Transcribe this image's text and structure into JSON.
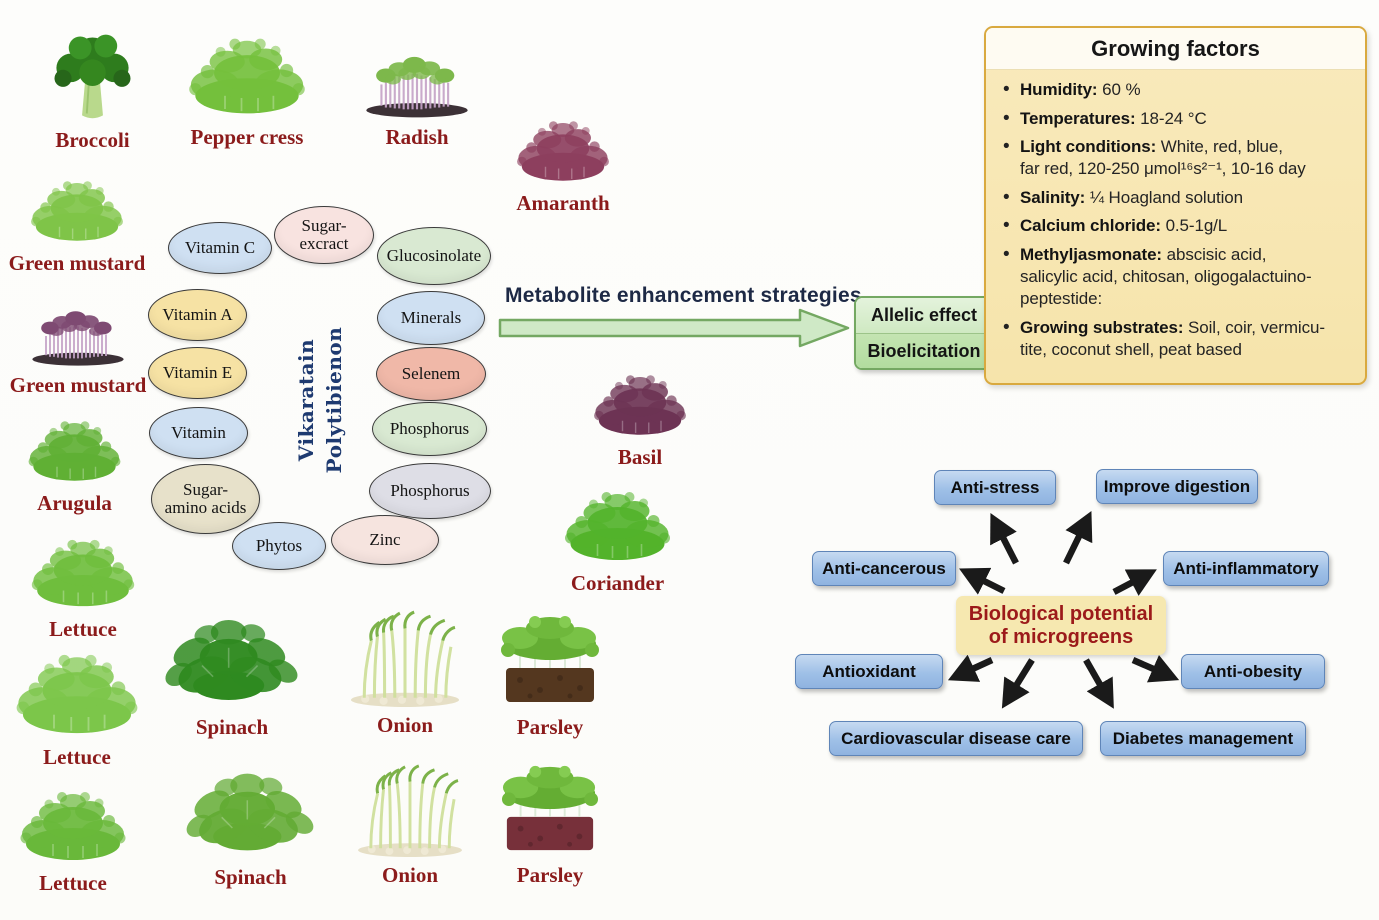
{
  "plants": [
    {
      "id": "broccoli",
      "label": "Broccoli"
    },
    {
      "id": "pepper-cress",
      "label": "Pepper cress"
    },
    {
      "id": "radish",
      "label": "Radish"
    },
    {
      "id": "amaranth",
      "label": "Amaranth"
    },
    {
      "id": "green-mustard-1",
      "label": "Green mustard"
    },
    {
      "id": "green-mustard-2",
      "label": "Green mustard"
    },
    {
      "id": "arugula",
      "label": "Arugula"
    },
    {
      "id": "lettuce-1",
      "label": "Lettuce"
    },
    {
      "id": "lettuce-2",
      "label": "Lettuce"
    },
    {
      "id": "lettuce-3",
      "label": "Lettuce"
    },
    {
      "id": "spinach-1",
      "label": "Spinach"
    },
    {
      "id": "onion-1",
      "label": "Onion"
    },
    {
      "id": "parsley-1",
      "label": "Parsley"
    },
    {
      "id": "spinach-2",
      "label": "Spinach"
    },
    {
      "id": "onion-2",
      "label": "Onion"
    },
    {
      "id": "parsley-2",
      "label": "Parsley"
    },
    {
      "id": "basil",
      "label": "Basil"
    },
    {
      "id": "coriander",
      "label": "Coriander"
    }
  ],
  "nutrients": [
    {
      "id": "vitamin-c",
      "label": "Vitamin C"
    },
    {
      "id": "sugar-excract",
      "label": "Sugar-\nexcract"
    },
    {
      "id": "glucosinolate",
      "label": "Glucosinolate"
    },
    {
      "id": "vitamin-a",
      "label": "Vitamin A"
    },
    {
      "id": "minerals",
      "label": "Minerals"
    },
    {
      "id": "vitamin-e",
      "label": "Vitamin E"
    },
    {
      "id": "selenem",
      "label": "Selenem"
    },
    {
      "id": "vitamin",
      "label": "Vitamin"
    },
    {
      "id": "phosphorus-1",
      "label": "Phosphorus"
    },
    {
      "id": "sugar-amino-acids",
      "label": "Sugar-\namino acids"
    },
    {
      "id": "phosphorus-2",
      "label": "Phosphorus"
    },
    {
      "id": "phytos",
      "label": "Phytos"
    },
    {
      "id": "zinc",
      "label": "Zinc"
    }
  ],
  "center_vertical": {
    "line1": "Vikaratain",
    "line2": "Polytibienon"
  },
  "strategy": {
    "title": "Metabolite enhancement strategies",
    "box_rows": [
      "Allelic effect",
      "Bioelicitation"
    ]
  },
  "growing_factors": {
    "title": "Growing factors",
    "items": [
      {
        "label": "Humidity:",
        "text": " 60 %"
      },
      {
        "label": "Temperatures:",
        "text": " 18-24 °C"
      },
      {
        "label": "Light conditions:",
        "text": " White, red, blue,\nfar red, 120-250 μmol¹⁶s²⁻¹, 10-16 day"
      },
      {
        "label": "Salinity:",
        "text": " ¼ Hoagland solution"
      },
      {
        "label": "Calcium chloride:",
        "text": " 0.5-1g/L"
      },
      {
        "label": "Methyljasmonate:",
        "text": " abscisic acid,\nsalicylic acid, chitosan, oligogalactuino-\npeptestide:"
      },
      {
        "label": "Growing substrates:",
        "text": " Soil, coir, vermicu-\ntite, coconut shell, peat based"
      }
    ]
  },
  "bio": {
    "center_line1": "Biological potential",
    "center_line2": "of microgreens",
    "boxes": [
      "Anti-stress",
      "Improve digestion",
      "Anti-cancerous",
      "Anti-inflammatory",
      "Antioxidant",
      "Anti-obesity",
      "Cardiovascular disease care",
      "Diabetes management"
    ]
  },
  "palette": {
    "plant_label_maroon": "#8b1b1b",
    "navy_text": "#1d2945",
    "panel_yellow": "#f8e9ba",
    "panel_border": "#d9a93f",
    "arrow_green_fill": "#cfe9c6",
    "arrow_green_stroke": "#74a862",
    "allelic_green_light": "#daf0d0",
    "allelic_green_dark": "#b9dfa8",
    "bio_box_blue": "#a9c6e9",
    "bio_box_border": "#5f85b8",
    "bio_center_yellow": "#f6e8b0",
    "bio_center_text_red": "#9c1a1a"
  }
}
